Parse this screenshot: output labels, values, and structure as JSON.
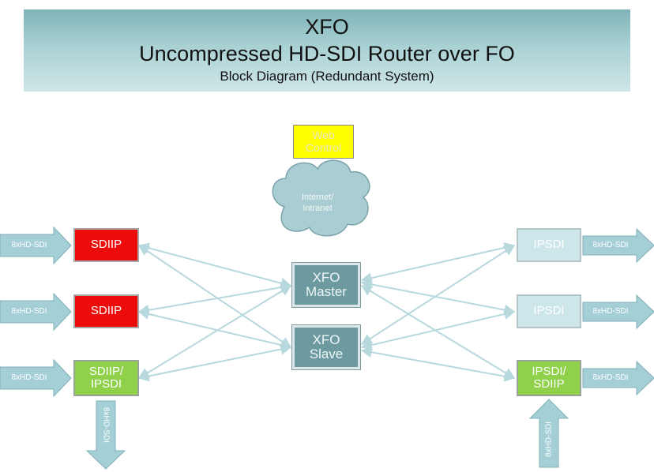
{
  "header": {
    "title": "XFO",
    "subtitle": "Uncompressed HD-SDI Router over FO",
    "caption": "Block Diagram (Redundant System)"
  },
  "web_control": {
    "label_line1": "Web",
    "label_line2": "Control"
  },
  "cloud": {
    "label_line1": "Internet/",
    "label_line2": "Intranet"
  },
  "core": {
    "master": {
      "line1": "XFO",
      "line2": "Master"
    },
    "slave": {
      "line1": "XFO",
      "line2": "Slave"
    }
  },
  "inputs": [
    {
      "label": "SDIIP",
      "arrow": "8xHD-SDI"
    },
    {
      "label": "SDIIP",
      "arrow": "8xHD-SDI"
    },
    {
      "line1": "SDIIP/",
      "line2": "IPSDI",
      "arrow": "8xHD-SDI",
      "down_arrow": "8xHD-SDI"
    }
  ],
  "outputs": [
    {
      "label": "IPSDI",
      "arrow": "8xHD-SDI"
    },
    {
      "label": "IPSDI",
      "arrow": "8xHD-SDI"
    },
    {
      "line1": "IPSDI/",
      "line2": "SDIIP",
      "arrow": "8xHD-SDI",
      "up_arrow": "8xHD-SDI"
    }
  ],
  "colors": {
    "red_box": "#ee0b0b",
    "green_box": "#8fd14a",
    "pale_box": "#cce6ea",
    "core_box": "#6d9aa0",
    "yellow_box": "#ffff00",
    "arrow_fill": "#a5cfd6",
    "link_line": "#b7d9de",
    "banner": "#a9d1d4"
  }
}
